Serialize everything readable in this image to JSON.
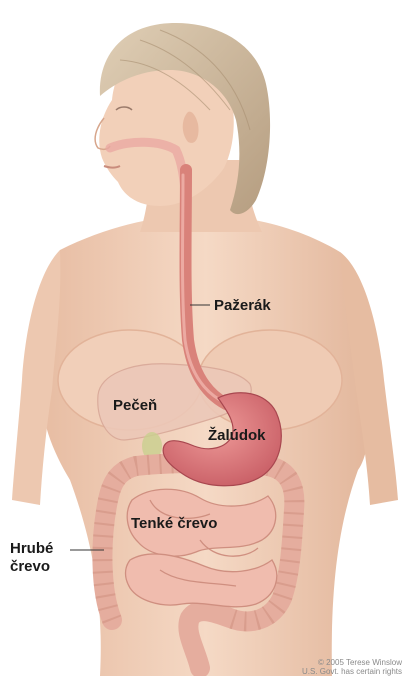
{
  "labels": {
    "esophagus": "Pažerák",
    "liver": "Pečeň",
    "stomach": "Žalúdok",
    "small_intestine": "Tenké črevo",
    "large_intestine_line1": "Hrubé",
    "large_intestine_line2": "črevo"
  },
  "copyright": {
    "line1": "© 2005 Terese Winslow",
    "line2": "U.S. Govt. has certain rights"
  },
  "colors": {
    "skin": "#f2d3bd",
    "skin_shadow": "#e3b79c",
    "hair": "#cbb79d",
    "esophagus": "#d9827a",
    "stomach": "#d9757a",
    "liver": "#e9c3b3",
    "intestine": "#e8b3a6"
  }
}
